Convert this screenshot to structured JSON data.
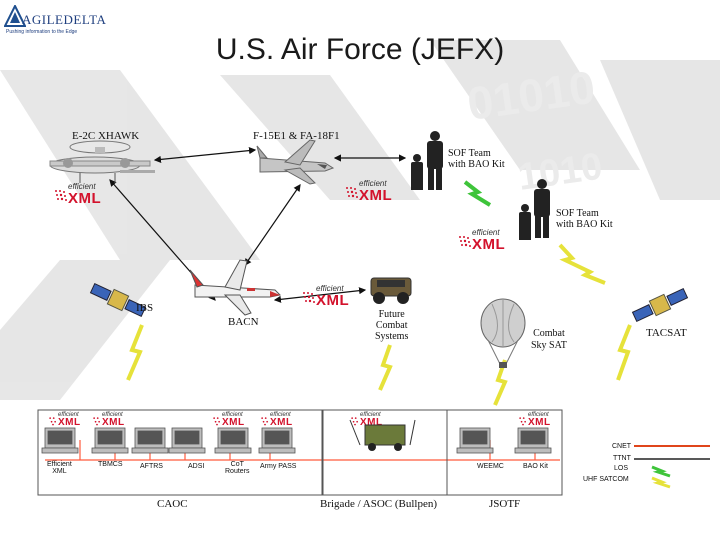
{
  "logo": {
    "brand": "AGILEDELTA",
    "tagline": "Pushing information to the Edge"
  },
  "title": "U.S. Air Force (JEFX)",
  "exml_mark": {
    "top": "efficient",
    "bottom": "XML"
  },
  "nodes": {
    "e2c": "E-2C XHAWK",
    "f15": "F-15E1 & FA-18F1",
    "sof1_line1": "SOF Team",
    "sof1_line2": "with BAO Kit",
    "sof2_line1": "SOF Team",
    "sof2_line2": "with BAO Kit",
    "ibs": "IBS",
    "bacn": "BACN",
    "future1": "Future",
    "future2": "Combat",
    "future3": "Systems",
    "skysat1": "Combat",
    "skysat2": "Sky SAT",
    "tacsat": "TACSAT"
  },
  "ground": {
    "efficient_xml_1": "Efficient",
    "efficient_xml_2": "XML",
    "tbmcs": "TBMCS",
    "aftrs": "AFTRS",
    "adsi": "ADSI",
    "cot1": "CoT",
    "cot2": "Routers",
    "army_pass": "Army PASS",
    "weemc": "WEEMC",
    "bao_kit": "BAO Kit"
  },
  "groups": {
    "caoc": "CAOC",
    "brigade": "Brigade / ASOC (Bullpen)",
    "jsotf": "JSOTF"
  },
  "legend": {
    "cnet": "CNET",
    "ttnt": "TTNT",
    "los": "LOS",
    "uhf": "UHF SATCOM"
  },
  "colors": {
    "xml_red": "#d3122c",
    "background_stripe": "#d8d8d8",
    "lightning_yellow": "#e6e23a",
    "lightning_green": "#3ec43a",
    "cnet_red": "#e0451b",
    "ground_line": "#ff5a3c"
  }
}
